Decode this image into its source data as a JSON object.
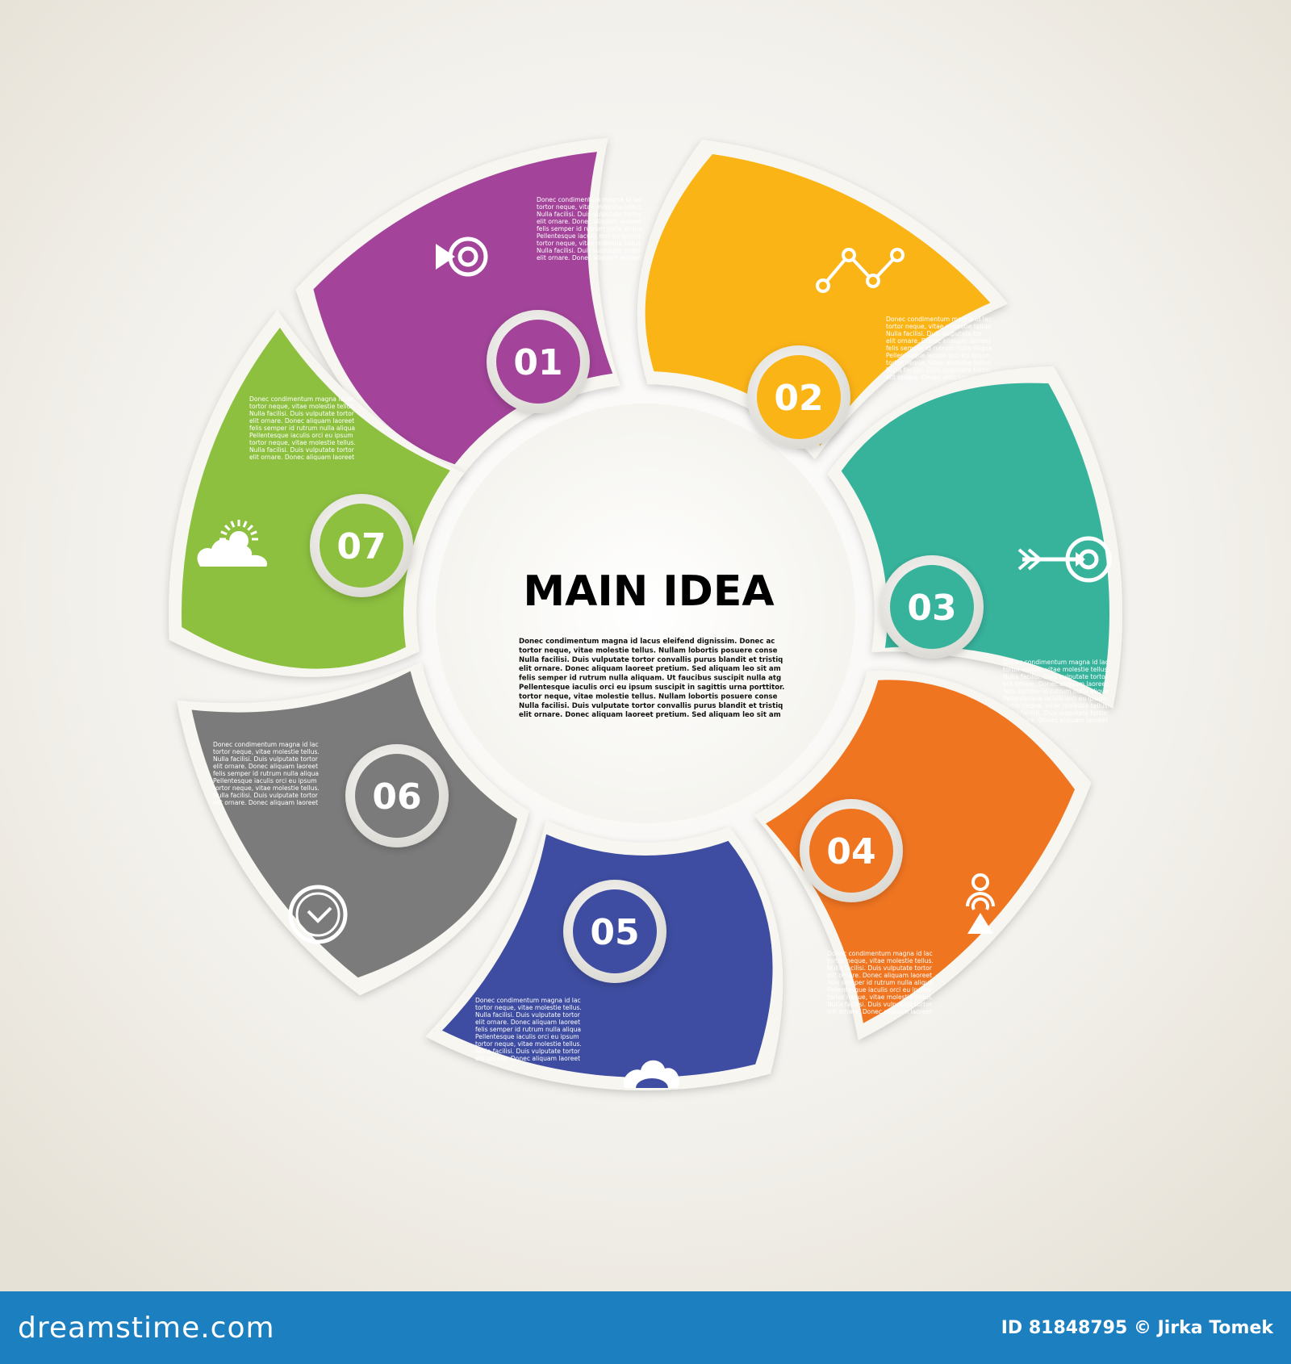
{
  "colors": {
    "background": "#ede9e1",
    "ring": "#f7f6f1",
    "footer": "#1b7fc0",
    "footer_text": "#ffffff"
  },
  "center": {
    "title": "MAIN IDEA",
    "lines": [
      "Donec condimentum magna id lacus eleifend dignissim. Donec ac",
      "tortor neque, vitae molestie tellus. Nullam lobortis posuere  conse",
      "Nulla facilisi. Duis vulputate tortor convallis purus blandit et tristiq",
      "elit ornare. Donec aliquam laoreet pretium. Sed aliquam leo sit am",
      "felis semper id rutrum nulla aliquam. Ut faucibus suscipit nulla atg",
      "Pellentesque iaculis orci eu ipsum suscipit in sagittis urna porttitor.",
      "tortor neque, vitae molestie tellus. Nullam lobortis posuere  conse",
      "Nulla facilisi. Duis vulputate tortor convallis purus blandit et tristiq",
      "elit ornare. Donec aliquam laoreet pretium. Sed aliquam leo sit am"
    ]
  },
  "segments": [
    {
      "number": "01",
      "color": "#a3449a",
      "icon": "target-play-icon",
      "lines": [
        "Donec condimentum magna id lac",
        "tortor neque, vitae molestie tellus.",
        "Nulla facilisi. Duis vulputate tortor",
        "elit ornare. Donec aliquam laoreet",
        "felis semper id rutrum nulla aliqua",
        "Pellentesque iaculis orci eu ipsum",
        "tortor neque, vitae molestie tellus.",
        "Nulla facilisi. Duis vulputate tortor",
        "elit ornare. Donec aliquam laoreet"
      ]
    },
    {
      "number": "02",
      "color": "#fbb416",
      "icon": "line-graph-icon",
      "lines": [
        "Donec condimentum magna id lac",
        "tortor neque, vitae molestie tellus.",
        "Nulla facilisi. Duis vulputate tor",
        "elit ornare. Donec aliquam laoreet",
        "felis semper id rutrum nulla aliqua",
        "Pellentesque iaculis orci eu ipsum",
        "tortor neque, vitae molestie tellus.",
        "Nulla facilisi. Duis vulputate tortor",
        "elit ornare. Donec aliquam laoreet"
      ]
    },
    {
      "number": "03",
      "color": "#37b39c",
      "icon": "arrow-target-icon",
      "lines": [
        "Donec condimentum magna id lac",
        "tortor neque, vitae molestie tellus.",
        "Nulla facilisi. Duis vulputate tortor",
        "elit ornare. Donec aliquam laoreet",
        "felis semper id rutrum nulla aliqua",
        "Pellentesque iaculis orci eu ipsum",
        "tortor neque, vitae molestie tellus.",
        "Nulla facilisi. Duis vulputate tortor",
        "elit ornare. Donec aliquam laoreet"
      ]
    },
    {
      "number": "04",
      "color": "#f07521",
      "icon": "person-signal-icon",
      "lines": [
        "Donec condimentum magna id lac",
        "tortor neque, vitae molestie tellus.",
        "Nulla facilisi. Duis vulputate tortor",
        "elit ornare. Donec aliquam laoreet",
        "felis semper id rutrum nulla aliqua",
        "Pellentesque iaculis orci eu ipsum",
        "tortor neque, vitae molestie tellus.",
        "Nulla facilisi. Duis vulputate tortor",
        "elit ornare. Donec aliquam laoreet"
      ]
    },
    {
      "number": "05",
      "color": "#3e4da1",
      "icon": "cloud-icon",
      "lines": [
        "Donec condimentum magna id lac",
        "tortor neque, vitae molestie tellus.",
        "Nulla facilisi. Duis vulputate tortor",
        "elit ornare. Donec aliquam laoreet",
        "felis semper id rutrum nulla aliqua",
        "Pellentesque iaculis orci eu ipsum",
        "tortor neque, vitae molestie tellus.",
        "Nulla facilisi. Duis vulputate tortor",
        "elit ornare. Donec aliquam laoreet"
      ]
    },
    {
      "number": "06",
      "color": "#7b7b7b",
      "icon": "clock-icon",
      "lines": [
        "Donec condimentum magna id lac",
        "tortor neque, vitae molestie tellus.",
        "Nulla facilisi. Duis vulputate tortor",
        "elit ornare. Donec aliquam laoreet",
        "felis semper id rutrum nulla aliqua",
        "Pellentesque iaculis orci eu ipsum",
        "tortor neque, vitae molestie tellus.",
        "Nulla facilisi. Duis vulputate tortor",
        "elit ornare. Donec aliquam laoreet"
      ]
    },
    {
      "number": "07",
      "color": "#8dc03f",
      "icon": "sun-cloud-icon",
      "lines": [
        "Donec condimentum magna id lac",
        "tortor neque, vitae molestie tellus.",
        "Nulla facilisi. Duis vulputate tortor",
        "elit ornare. Donec aliquam laoreet",
        "felis semper id rutrum nulla aliqua",
        "Pellentesque iaculis orci eu ipsum",
        "tortor neque, vitae molestie tellus.",
        "Nulla facilisi. Duis vulputate tortor",
        "elit ornare. Donec aliquam laoreet"
      ]
    }
  ],
  "footer": {
    "brand": "dreamstime.com",
    "credit": "ID 81848795 © Jirka Tomek"
  }
}
